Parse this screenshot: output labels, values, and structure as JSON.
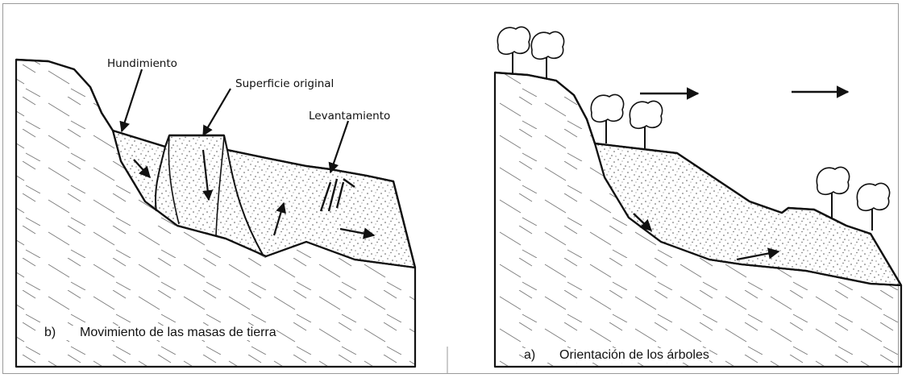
{
  "left_panel": {
    "labels": {
      "subsidence": "Hundimiento",
      "original_surface": "Superficie original",
      "uplift": "Levantamiento"
    },
    "caption": {
      "letter": "b)",
      "text": "Movimiento de las masas de tierra"
    }
  },
  "right_panel": {
    "caption": {
      "letter": "a)",
      "text": "Orientación de los árboles"
    }
  },
  "colors": {
    "line": "#111111",
    "hatch": "#7a7a7a",
    "stipple": "#555555",
    "background": "#ffffff"
  },
  "icons": [
    "tree-icon",
    "arrow-right-icon",
    "movement-arrow-icon"
  ]
}
